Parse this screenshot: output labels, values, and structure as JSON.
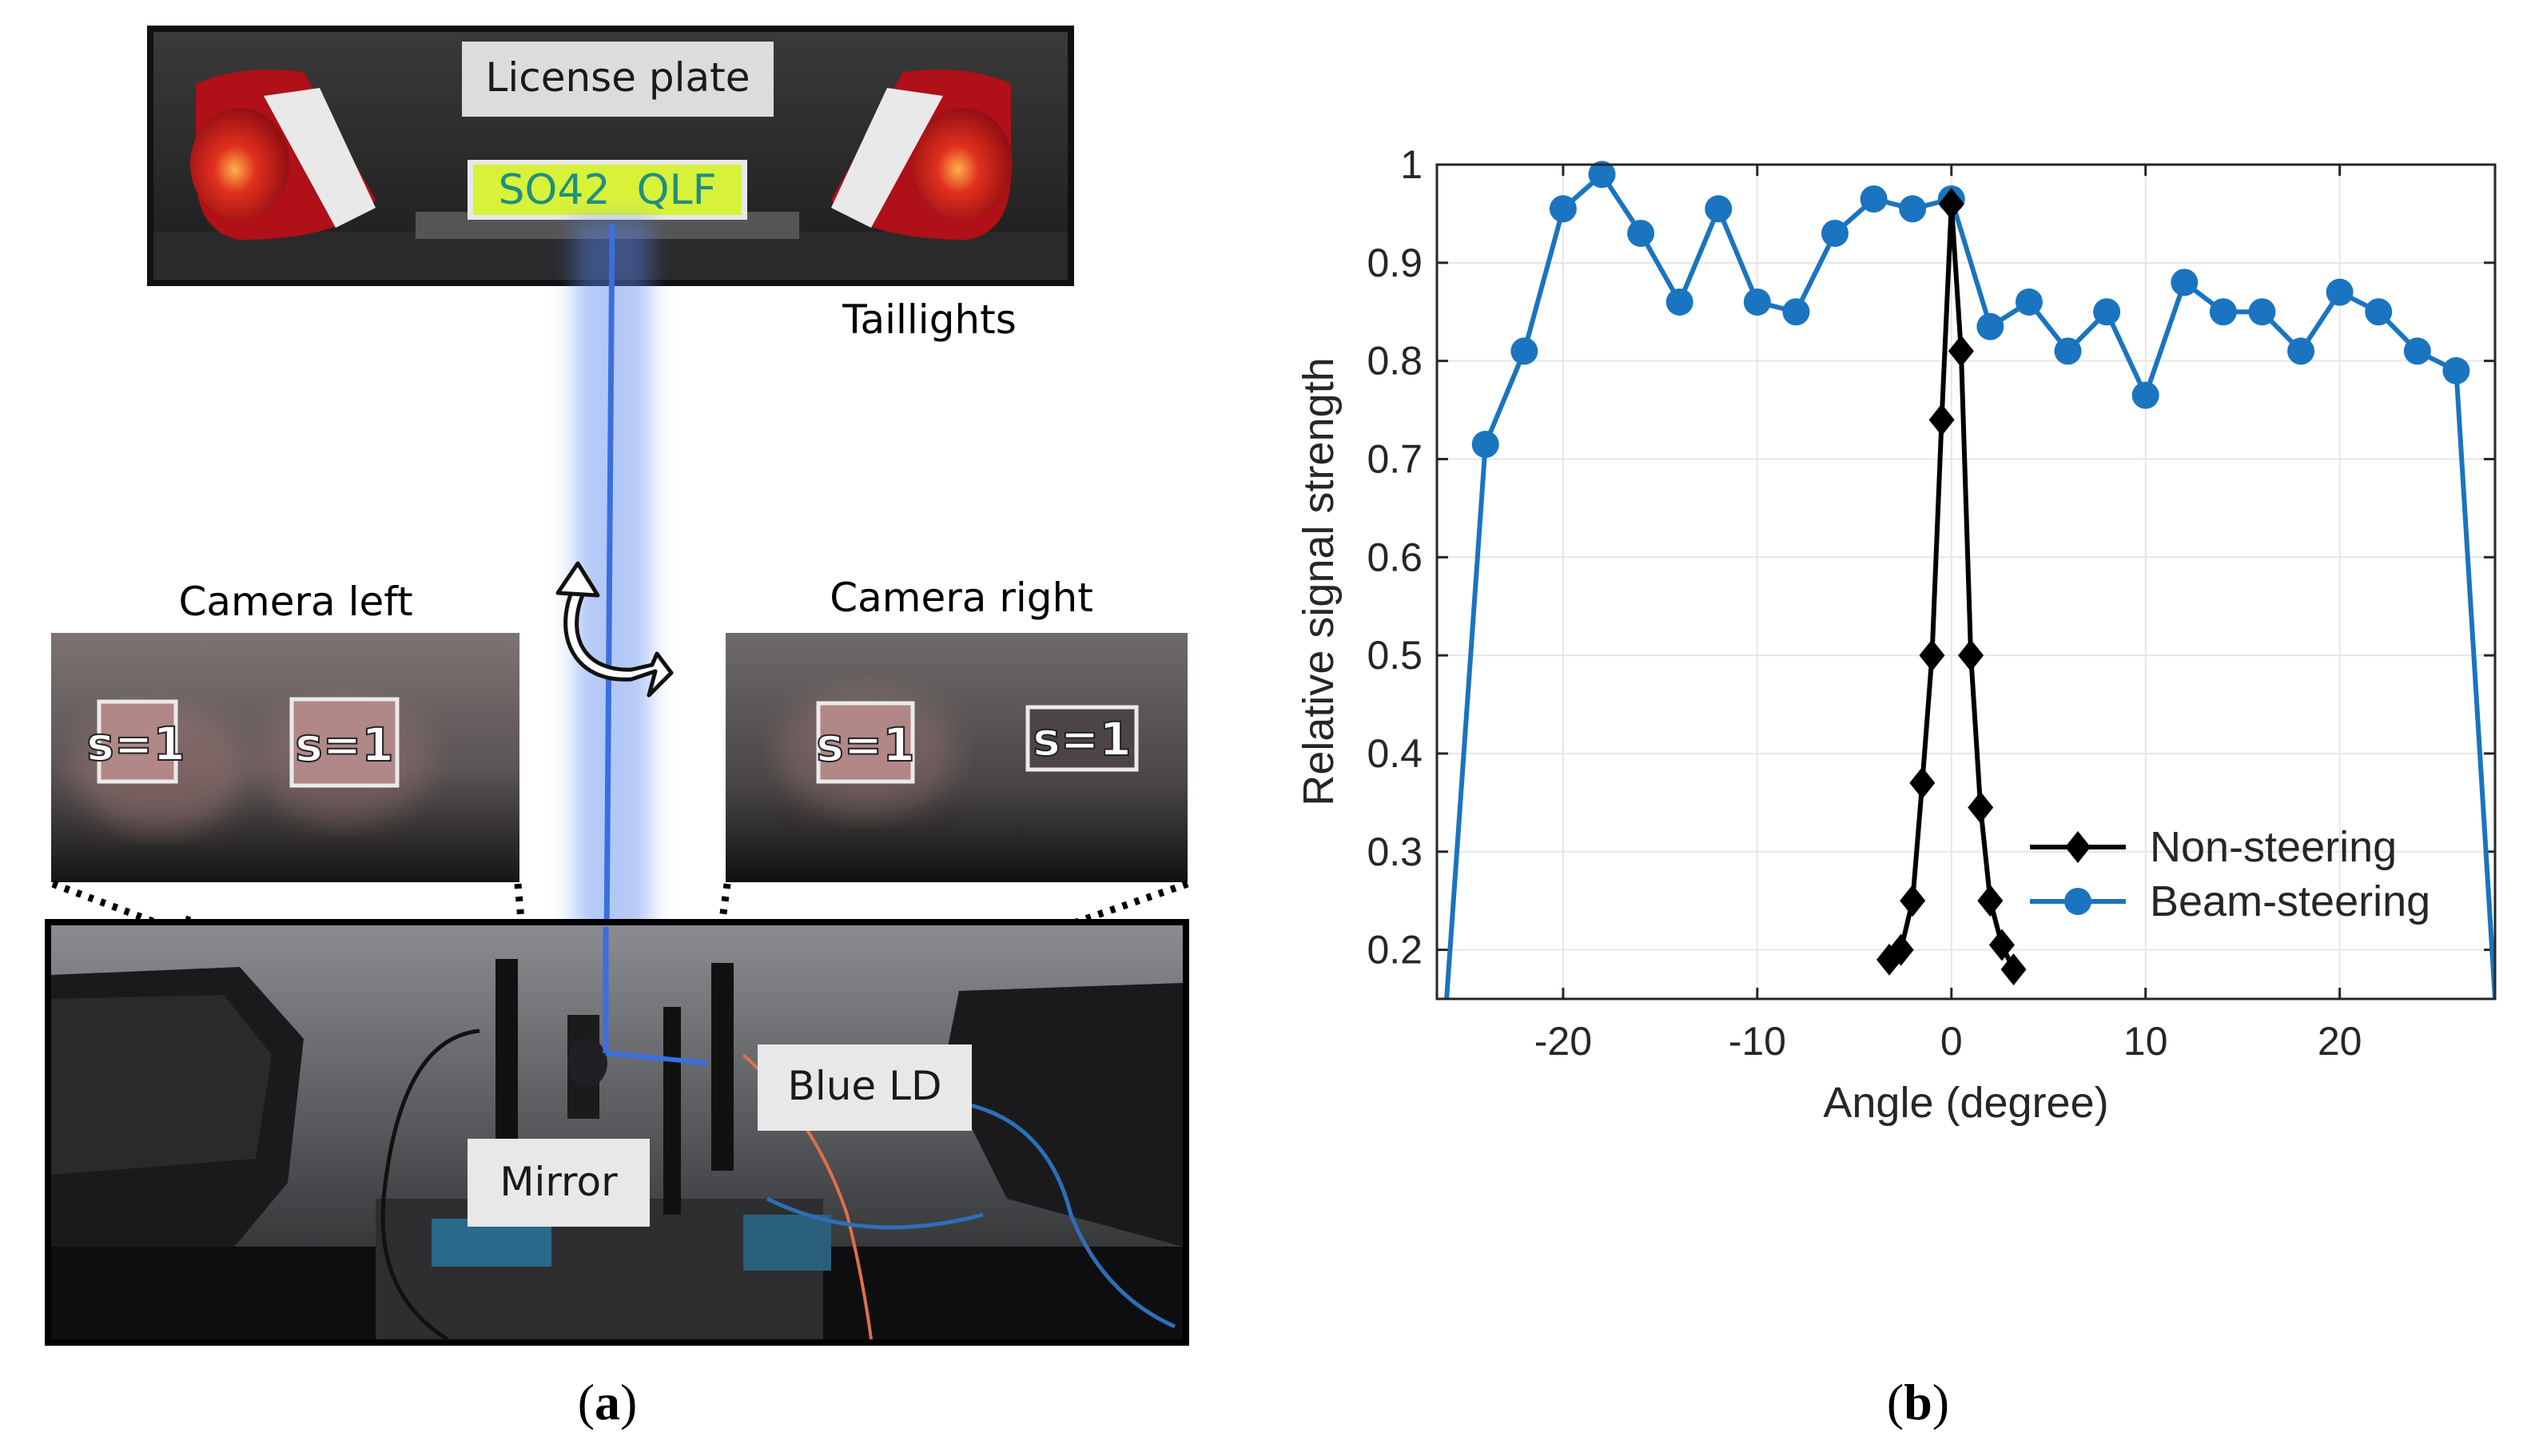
{
  "panel_a": {
    "caption": "(a)",
    "caption_letter": "a",
    "license_plate_label": "License plate",
    "plate_text": "SO42  QLF",
    "taillights_label": "Taillights",
    "camera_left_label": "Camera left",
    "camera_right_label": "Camera right",
    "symbol_label": "s=1",
    "blue_ld_label": "Blue LD",
    "mirror_label": "Mirror",
    "colors": {
      "beam": "#3a6fe0",
      "plate_bg": "#d8f23a",
      "plate_text": "#1f8f7f",
      "taillight": "#c8141c"
    }
  },
  "panel_b": {
    "caption": "(b)",
    "caption_letter": "b"
  },
  "chart_data": {
    "type": "line",
    "title": "",
    "xlabel": "Angle (degree)",
    "ylabel": "Relative signal strength",
    "xlim": [
      -26.5,
      28
    ],
    "ylim": [
      0.15,
      1.0
    ],
    "xticks": [
      -20,
      -10,
      0,
      10,
      20
    ],
    "xtick_labels": [
      "-20",
      "-10",
      "0",
      "10",
      "20"
    ],
    "yticks": [
      0.2,
      0.3,
      0.4,
      0.5,
      0.6,
      0.7,
      0.8,
      0.9,
      1.0
    ],
    "ytick_labels": [
      "0.2",
      "0.3",
      "0.4",
      "0.5",
      "0.6",
      "0.7",
      "0.8",
      "0.9",
      "1"
    ],
    "grid": true,
    "legend": {
      "position": "bottom-right"
    },
    "series": [
      {
        "name": "Non-steering",
        "color": "#000000",
        "marker": "diamond",
        "x": [
          -3.2,
          -2.6,
          -2,
          -1.5,
          -1,
          -0.5,
          0,
          0.5,
          1,
          1.5,
          2,
          2.6,
          3.2
        ],
        "y": [
          0.19,
          0.2,
          0.25,
          0.37,
          0.5,
          0.74,
          0.96,
          0.81,
          0.5,
          0.345,
          0.25,
          0.205,
          0.18
        ]
      },
      {
        "name": "Beam-steering",
        "color": "#1a74bf",
        "marker": "circle",
        "x": [
          -26,
          -24,
          -22,
          -20,
          -18,
          -16,
          -14,
          -12,
          -10,
          -8,
          -6,
          -4,
          -2,
          0,
          2,
          4,
          6,
          8,
          10,
          12,
          14,
          16,
          18,
          20,
          22,
          24,
          26,
          28
        ],
        "y": [
          0.15,
          0.715,
          0.81,
          0.955,
          0.99,
          0.93,
          0.86,
          0.955,
          0.86,
          0.85,
          0.93,
          0.965,
          0.955,
          0.965,
          0.835,
          0.86,
          0.81,
          0.85,
          0.765,
          0.88,
          0.85,
          0.85,
          0.81,
          0.87,
          0.85,
          0.81,
          0.79,
          0.15
        ],
        "marker_mask": [
          false,
          true,
          true,
          true,
          true,
          true,
          true,
          true,
          true,
          true,
          true,
          true,
          true,
          true,
          true,
          true,
          true,
          true,
          true,
          true,
          true,
          true,
          true,
          true,
          true,
          true,
          true,
          false
        ]
      }
    ]
  }
}
